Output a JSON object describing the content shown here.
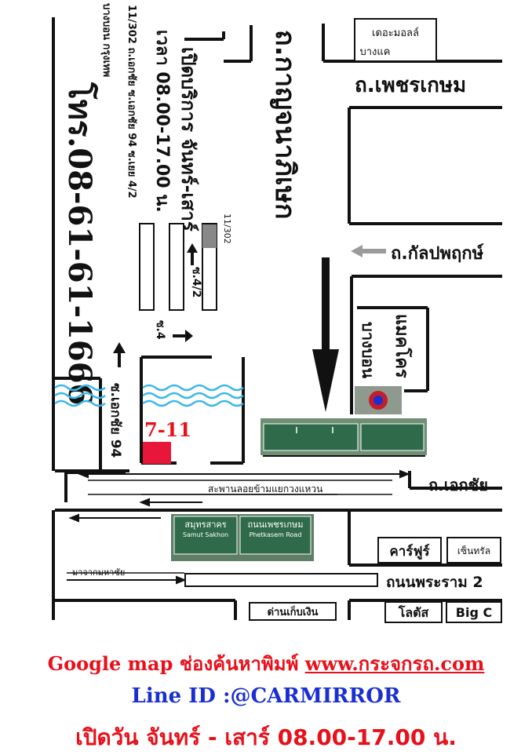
{
  "map": {
    "mall_label": [
      "เดอะมอลล์",
      "บางแค"
    ],
    "road_phetkasem": "ถ.เพชรเกษม",
    "road_kanlapaphruek": "ถ.กัลปพฤกษ์",
    "road_kanchanaphisek": "ถ.กาญจนาภิเษก",
    "makro_label": "แมคโคร",
    "makro_sub": "บางบอน",
    "open_hours_line1": "เปิดบริการ จันทร์-เสาร์",
    "open_hours_line2": "เวลา 08.00-17.00 น.",
    "address_line1": "11/302 ถ.เอกชัย ซ.เอกชัย 94 ซ.เยย 4/2",
    "address_line2": "บางบอน กรุงเทพ",
    "phone": "โทร.08-61-61-1666",
    "house_number": "11/302",
    "soi_42": "ซ.4/2",
    "soi_4": "ซ.4",
    "soi_ekkachai94": "ซ.เอกชัย 94",
    "seven_eleven": "7-11",
    "road_ekkachai": "ถ.เอกชัย",
    "bridge_label": "สะพานลอยข้ามแยกวงแหวน",
    "from_mahachai": "มาจากมหาชัย",
    "road_rama2": "ถนนพระราม 2",
    "carrefour": "คาร์ฟูร์",
    "central": "เซ็นทรัล",
    "lotus": "โลตัส",
    "bigc": "Big C",
    "tollgate": "ด่านเก็บเงิน",
    "sign_left_top": "สมุทรสาคร",
    "sign_left_bottom": "Samut Sakhon",
    "sign_right_top": "ถนนเพชรเกษม",
    "sign_right_bottom": "Phetkasem Road"
  },
  "colors": {
    "black": "#111111",
    "red": "#e8101a",
    "blue": "#1a2fd0",
    "sign_green": "#2f6b4a",
    "water": "#38b7e8",
    "grey_arrow": "#9a9a9a"
  },
  "footer": {
    "google_prefix": "Google map ช่องค้นหาพิมพ์ ",
    "google_link": "www.กระจกรถ.com",
    "line_id": "Line ID :@CARMIRROR",
    "open_days": "เปิดวัน จันทร์ - เสาร์ 08.00-17.00 น."
  }
}
